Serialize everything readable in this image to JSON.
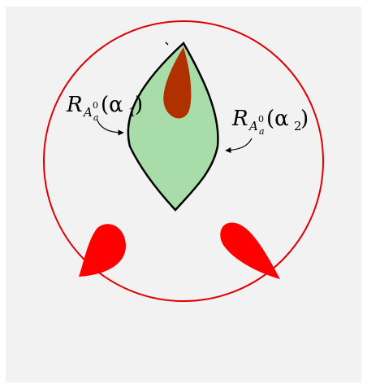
{
  "labels": {
    "left": {
      "main": "R",
      "sub": "A",
      "subsup": "0",
      "subsub": "a",
      "arg_open": "(α",
      "arg_index": "1",
      "arg_close": ")"
    },
    "right": {
      "main": "R",
      "sub": "A",
      "subsup": "0",
      "subsub": "a",
      "arg_open": "(α",
      "arg_index": "2",
      "arg_close": ")"
    }
  },
  "colors": {
    "background": "#f2f2f2",
    "circle": "#e00000",
    "lens_fill": "#a8dca8",
    "lens_stroke": "#000000",
    "petal_red": "#ff0000",
    "petal_dark": "#b03000"
  }
}
